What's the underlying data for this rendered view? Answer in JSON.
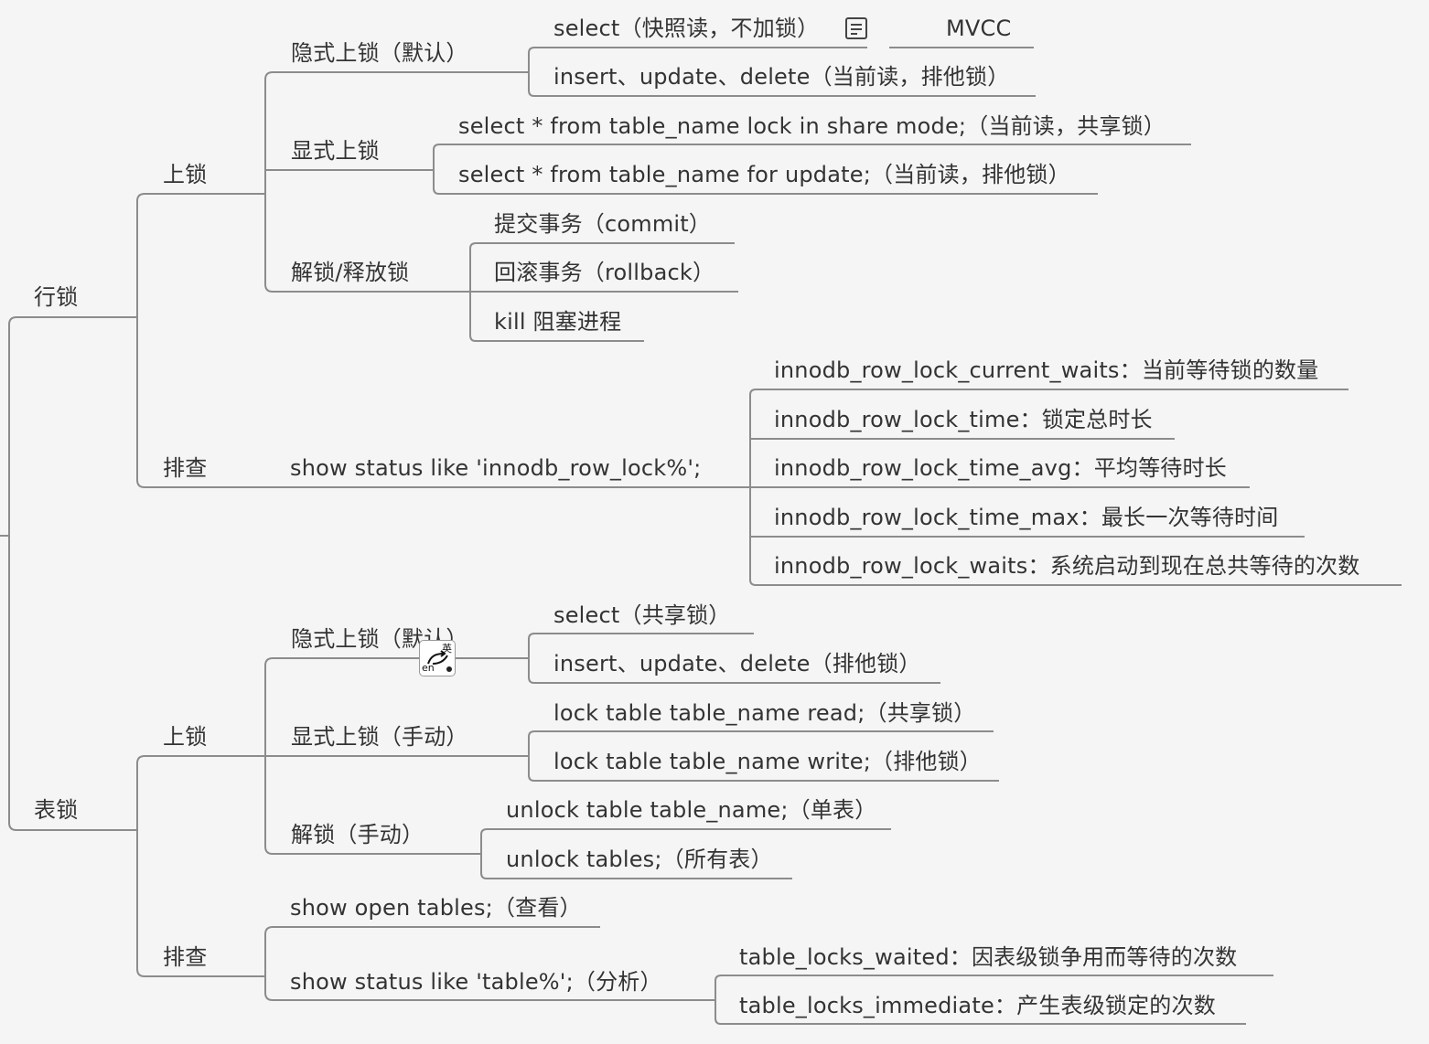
{
  "mindmap": {
    "row_lock": {
      "label": "行锁",
      "locking": {
        "label": "上锁",
        "implicit": {
          "label": "隐式上锁（默认）",
          "items": [
            "select（快照读，不加锁）",
            "insert、update、delete（当前读，排他锁）"
          ],
          "note": "MVCC"
        },
        "explicit": {
          "label": "显式上锁",
          "items": [
            "select * from table_name lock in share mode;（当前读，共享锁）",
            "select * from table_name for update;（当前读，排他锁）"
          ]
        },
        "unlock": {
          "label": "解锁/释放锁",
          "items": [
            "提交事务（commit）",
            "回滚事务（rollback）",
            "kill 阻塞进程"
          ]
        }
      },
      "diagnose": {
        "label": "排查",
        "command": "show status like 'innodb_row_lock%';",
        "items": [
          "innodb_row_lock_current_waits：当前等待锁的数量",
          "innodb_row_lock_time：锁定总时长",
          "innodb_row_lock_time_avg：平均等待时长",
          "innodb_row_lock_time_max：最长一次等待时间",
          "innodb_row_lock_waits：系统启动到现在总共等待的次数"
        ]
      }
    },
    "table_lock": {
      "label": "表锁",
      "locking": {
        "label": "上锁",
        "implicit": {
          "label": "隐式上锁（默认）",
          "items": [
            "select（共享锁）",
            "insert、update、delete（排他锁）"
          ]
        },
        "explicit": {
          "label": "显式上锁（手动）",
          "items": [
            "lock table table_name read;（共享锁）",
            "lock table table_name write;（排他锁）"
          ]
        },
        "unlock": {
          "label": "解锁（手动）",
          "items": [
            "unlock table table_name;（单表）",
            "unlock tables;（所有表）"
          ]
        }
      },
      "diagnose": {
        "label": "排查",
        "open_tables": "show open tables;（查看）",
        "command": "show status like 'table%';（分析）",
        "items": [
          "table_locks_waited：因表级锁争用而等待的次数",
          "table_locks_immediate：产生表级锁定的次数"
        ]
      }
    }
  },
  "overlay": {
    "ime_zh": "英",
    "ime_en": "en"
  },
  "icons": {
    "note": "note-icon",
    "ime": "input-method-icon"
  },
  "colors": {
    "background": "#f5f5f5",
    "line": "#8c8c8c",
    "text": "#333333"
  }
}
